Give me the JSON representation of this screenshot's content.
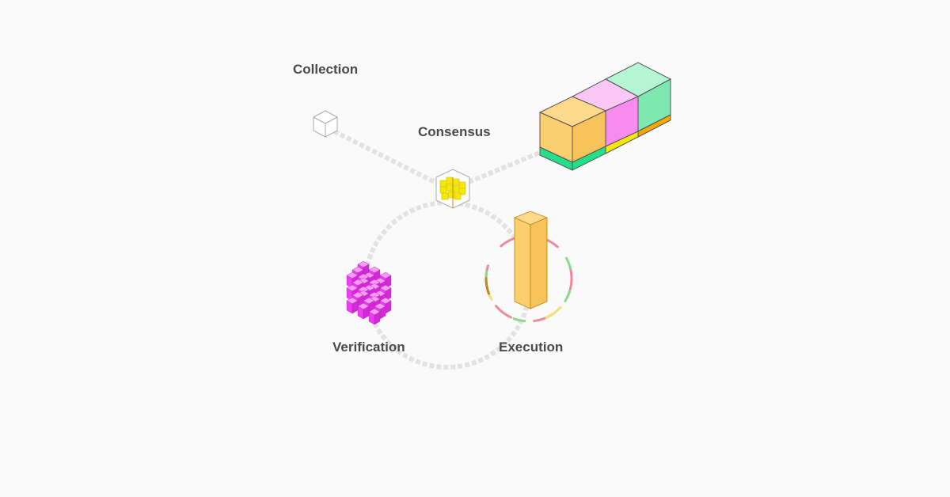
{
  "labels": {
    "collection": "Collection",
    "consensus": "Consensus",
    "verification": "Verification",
    "execution": "Execution"
  },
  "colors": {
    "background": "#fafafa",
    "path": "#e2e2e2",
    "orange": "#fbcf6e",
    "pink": "#f88cee",
    "green": "#7de8b0",
    "magenta": "#ee3cf0",
    "yellow": "#f4e80a",
    "label": "#4a4a4a"
  }
}
